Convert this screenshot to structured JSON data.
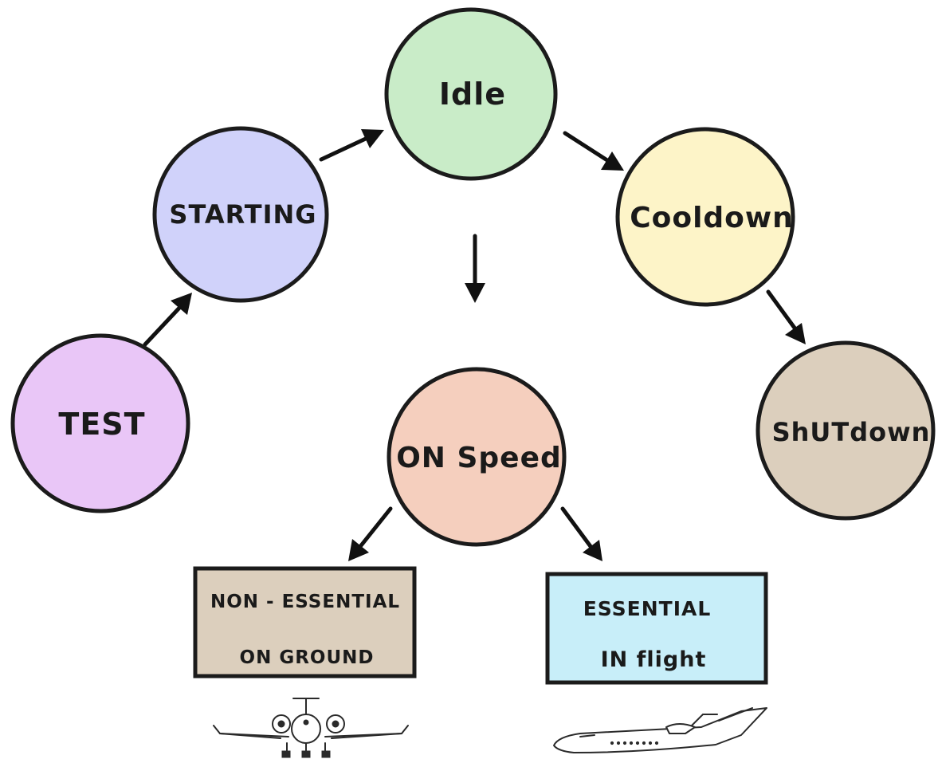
{
  "diagram": {
    "states": {
      "idle": {
        "label": "Idle",
        "color": "#c9ecc8"
      },
      "starting": {
        "label": "STARTING",
        "color": "#d0d2fa"
      },
      "cooldown": {
        "label": "Cooldown",
        "color": "#fdf4c8"
      },
      "test": {
        "label": "TEST",
        "color": "#e9c6f7"
      },
      "on_speed": {
        "label": "ON Speed",
        "color": "#f5cfbe"
      },
      "shutdown": {
        "label": "ShUTdown",
        "color": "#dccfbd"
      }
    },
    "modes": {
      "non_essential": {
        "line1": "NON - ESSENTIAL",
        "line2": "ON GROUND",
        "color": "#dccfbd"
      },
      "essential": {
        "line1": "ESSENTIAL",
        "line2": "IN flight",
        "color": "#c8eef9"
      }
    },
    "transitions": [
      {
        "from": "test",
        "to": "starting"
      },
      {
        "from": "starting",
        "to": "idle"
      },
      {
        "from": "idle",
        "to": "cooldown"
      },
      {
        "from": "cooldown",
        "to": "shutdown"
      },
      {
        "from": "idle",
        "to": "on_speed"
      },
      {
        "from": "on_speed",
        "to": "non_essential"
      },
      {
        "from": "on_speed",
        "to": "essential"
      }
    ],
    "icons": {
      "ground": "airplane-front-view-icon",
      "flight": "airplane-side-view-icon"
    }
  }
}
